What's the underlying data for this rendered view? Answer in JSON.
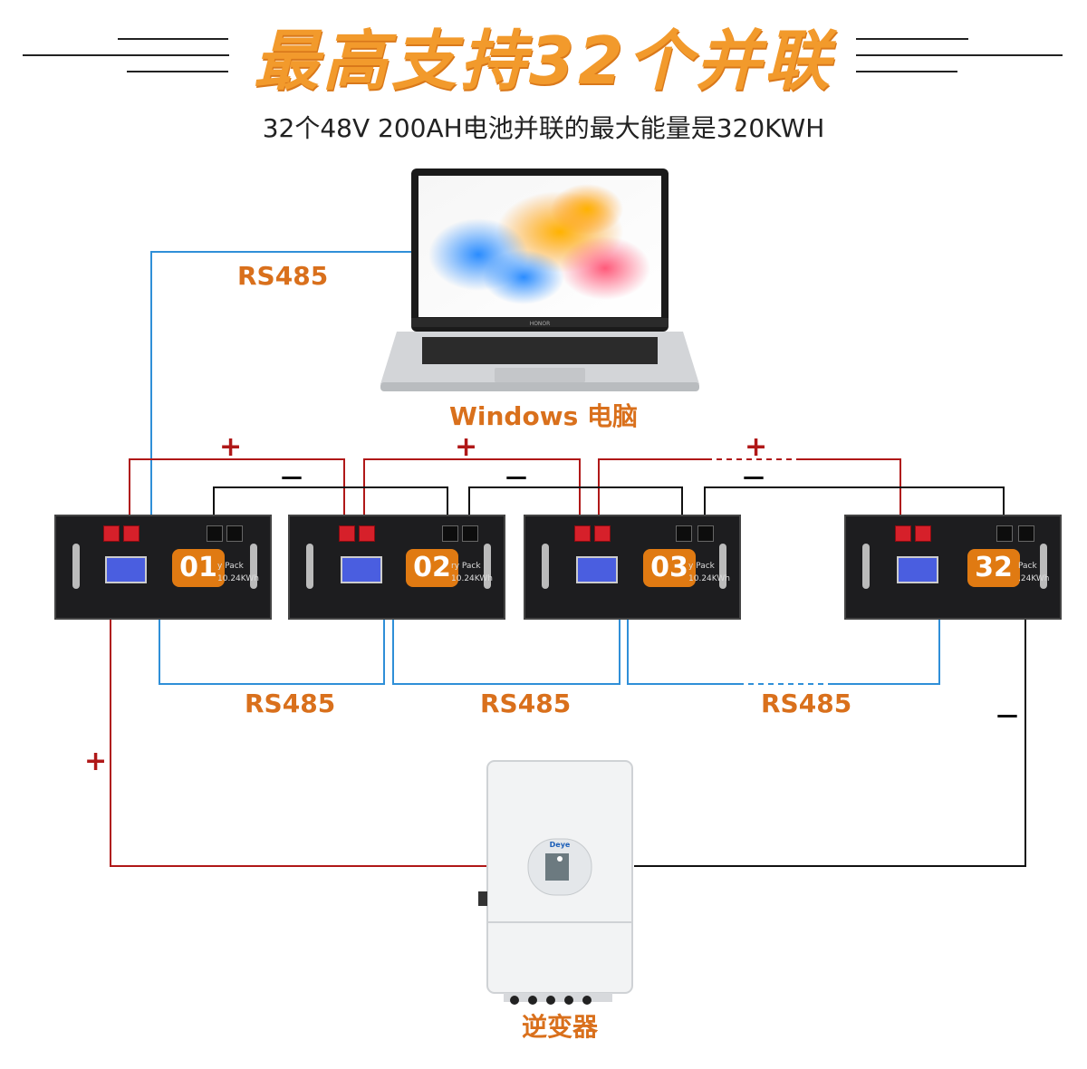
{
  "header": {
    "title": "最高支持32个并联",
    "subtitle": "32个48V 200AH电池并联的最大能量是320KWH"
  },
  "laptop": {
    "label": "Windows 电脑",
    "brand": "HONOR"
  },
  "links": {
    "rs485_top": "RS485",
    "rs485_bottom": [
      "RS485",
      "RS485",
      "RS485"
    ]
  },
  "batteries": [
    {
      "number": "01",
      "pack_text": "y Pack",
      "kwh": "10.24KWh"
    },
    {
      "number": "02",
      "pack_text": "ry Pack",
      "kwh": "10.24KWh"
    },
    {
      "number": "03",
      "pack_text": "y Pack",
      "kwh": "10.24KWh"
    },
    {
      "number": "32",
      "pack_text": "Pack",
      "kwh": ".24KWh"
    }
  ],
  "polarity": {
    "plus": "+",
    "minus": "—"
  },
  "inverter": {
    "label": "逆变器",
    "brand": "Deye"
  },
  "colors": {
    "accent_orange": "#f29a2c",
    "label_orange": "#d9701c",
    "positive_wire": "#b01818",
    "negative_wire": "#111111",
    "rs485_wire": "#2f8fd8"
  }
}
